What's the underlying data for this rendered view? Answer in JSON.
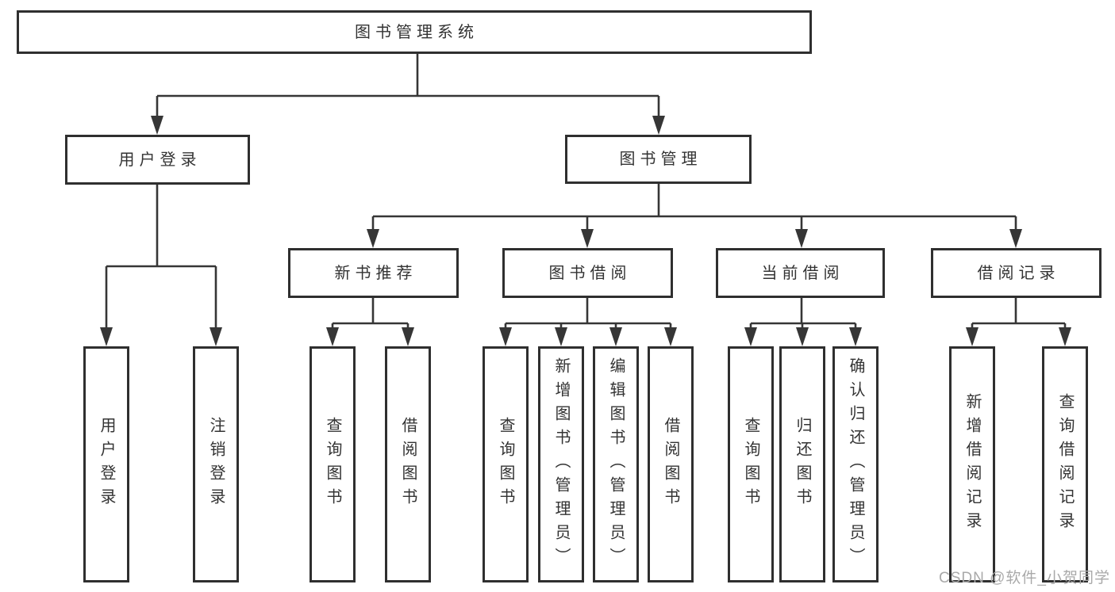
{
  "diagram": {
    "root": "图书管理系统",
    "level2": {
      "user_login": "用户登录",
      "book_mgmt": "图书管理"
    },
    "level3": {
      "new_books": "新书推荐",
      "book_borrow": "图书借阅",
      "current_borrow": "当前借阅",
      "borrow_records": "借阅记录"
    },
    "leaves": {
      "user_login": [
        "用户登录",
        "注销登录"
      ],
      "new_books": [
        "查询图书",
        "借阅图书"
      ],
      "book_borrow": [
        "查询图书",
        "新增图书（管理员）",
        "编辑图书（管理员）",
        "借阅图书"
      ],
      "current_borrow": [
        "查询图书",
        "归还图书",
        "确认归还（管理员）"
      ],
      "borrow_records": [
        "新增借阅记录",
        "查询借阅记录"
      ]
    }
  },
  "watermark": "CSDN @软件_小贺同学",
  "colors": {
    "line": "#363636",
    "box_border": "#2f2f2f",
    "box_bg": "#ffffff",
    "text": "#333333",
    "watermark": "#a9a9a9"
  }
}
